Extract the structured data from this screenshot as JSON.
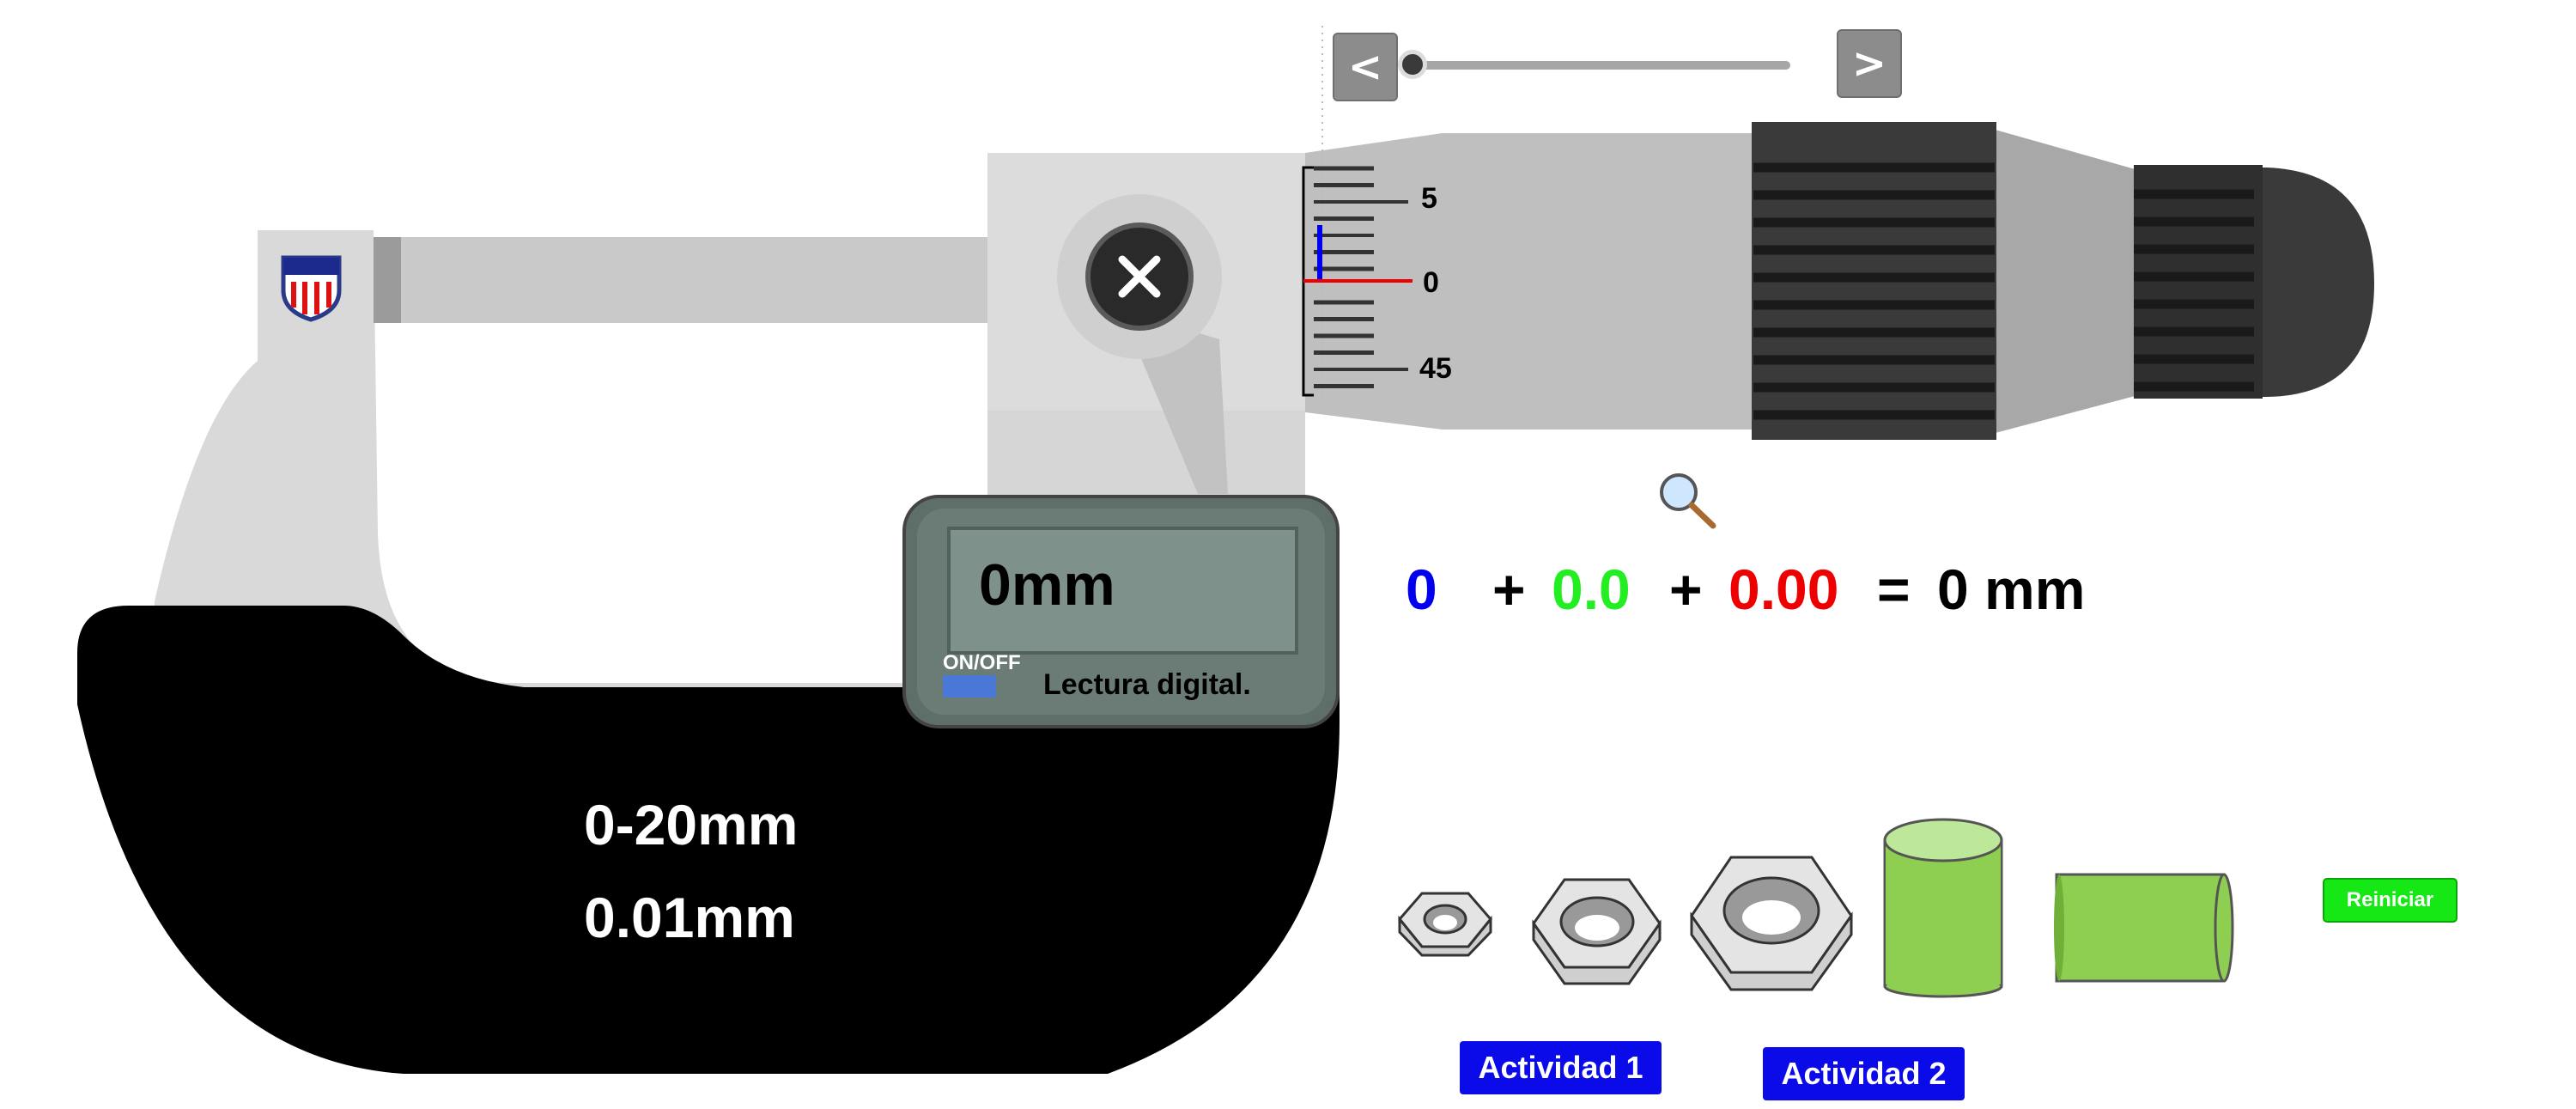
{
  "navigation": {
    "prev_label": "<",
    "next_label": ">"
  },
  "slider": {
    "value": 0
  },
  "display": {
    "reading": "0mm",
    "onoff_label": "ON/OFF",
    "caption": "Lectura digital."
  },
  "thimble_scale": {
    "labels": [
      "5",
      "0",
      "45"
    ]
  },
  "frame": {
    "range": "0-20mm",
    "resolution": "0.01mm"
  },
  "equation": {
    "sleeve_value": "0",
    "plus1": "+",
    "half_value": "0.0",
    "plus2": "+",
    "thimble_value": "0.00",
    "equals": "=",
    "result": "0 mm"
  },
  "buttons": {
    "activity1": "Actividad 1",
    "activity2": "Actividad 2",
    "reset": "Reiniciar"
  },
  "colors": {
    "sleeve_value": "#0000ee",
    "half_value": "#22ee22",
    "thimble_value": "#ee0000",
    "frame_body": "#000000",
    "frame_light": "#d9d9d9",
    "barrel": "#bfbfbf",
    "grip": "#3a3a3a",
    "lcd": "#7e918a",
    "green_object": "#8ecf52",
    "activity_button": "#0b0bea",
    "reset_button": "#15e815"
  },
  "icons": [
    "zoom-icon",
    "lock-screw-icon",
    "shield-logo-icon"
  ]
}
